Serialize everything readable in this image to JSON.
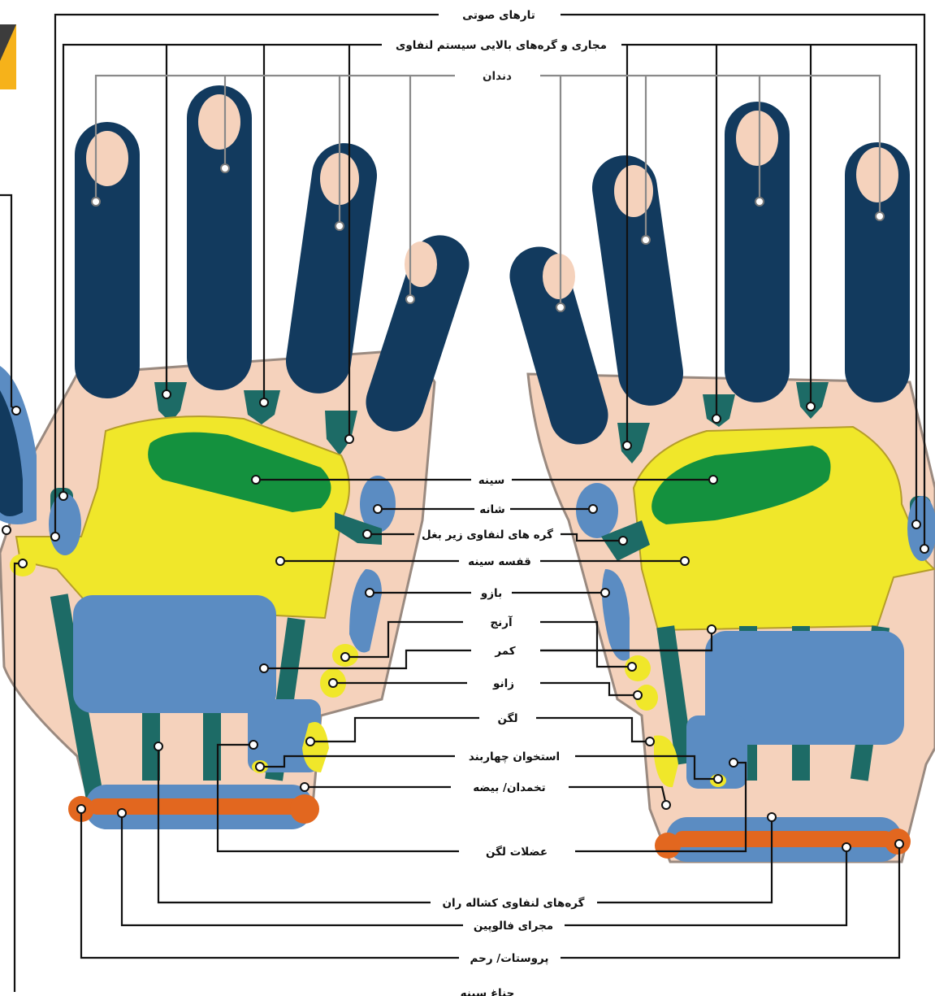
{
  "labels": {
    "vocal_cords": "تارهای صوتی",
    "upper_lymph": "مجاری و گره‌های بالایی سیستم لنفاوی",
    "teeth": "دندان",
    "chest": "سینه",
    "shoulder": "شانه",
    "armpit_lymph": "گره های لنفاوی زیر بغل",
    "rib_cage": "قفسه سینه",
    "arm": "بازو",
    "elbow": "آرنج",
    "waist": "کمر",
    "knee": "زانو",
    "pelvis": "لگن",
    "coccyx": "استخوان چهاربند",
    "ovary": "تخمدان/ بیضه",
    "pelvic_muscles": "عضلات لگن",
    "groin_lymph": "گره‌های لنفاوی کشاله ران",
    "fallopian": "مجرای فالوپین",
    "prostate": "پروستات/ رحم",
    "breast": "جناغ سینه"
  },
  "colors": {
    "navy": "#123a5e",
    "skin": "#f5d2bc",
    "yellow": "#f0e72a",
    "green": "#14913e",
    "teal": "#1d6b66",
    "blue": "#5b8cc2",
    "orange": "#e2671f",
    "accent": "#f6b21a"
  }
}
